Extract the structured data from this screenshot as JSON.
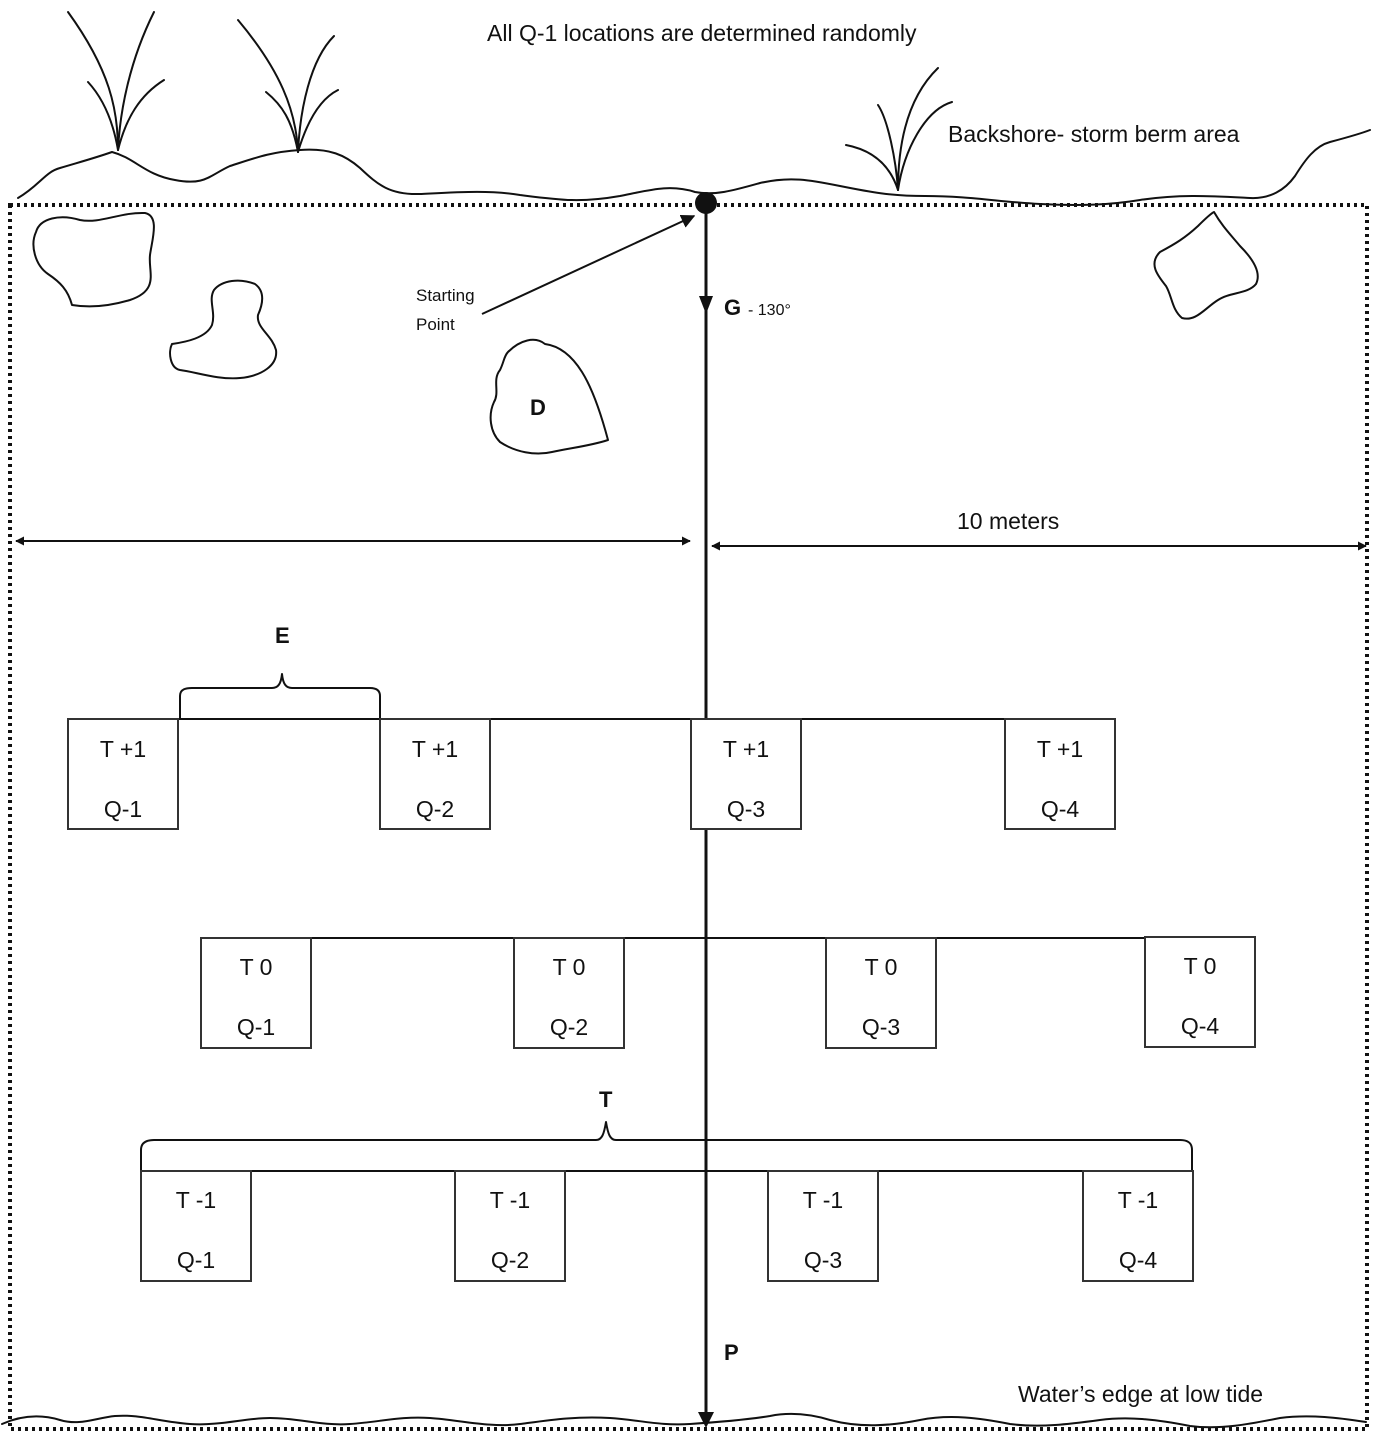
{
  "header_note": "All Q-1 locations are determined randomly",
  "backshore_label": "Backshore- storm berm area",
  "water_edge_label": "Water’s edge at low tide",
  "starting_point_label_line1": "Starting",
  "starting_point_label_line2": "Point",
  "rock_label_d": "D",
  "bearing_letter": "G",
  "bearing_value": "- 130°",
  "distance_label": "10 meters",
  "bracket_e_label": "E",
  "bracket_t_label": "T",
  "transect_end_label": "P",
  "rows": [
    {
      "quadrats": [
        {
          "transect": "T +1",
          "quadrat": "Q-1"
        },
        {
          "transect": "T +1",
          "quadrat": "Q-2"
        },
        {
          "transect": "T +1",
          "quadrat": "Q-3"
        },
        {
          "transect": "T +1",
          "quadrat": "Q-4"
        }
      ]
    },
    {
      "quadrats": [
        {
          "transect": "T 0",
          "quadrat": "Q-1"
        },
        {
          "transect": "T 0",
          "quadrat": "Q-2"
        },
        {
          "transect": "T 0",
          "quadrat": "Q-3"
        },
        {
          "transect": "T 0",
          "quadrat": "Q-4"
        }
      ]
    },
    {
      "quadrats": [
        {
          "transect": "T -1",
          "quadrat": "Q-1"
        },
        {
          "transect": "T -1",
          "quadrat": "Q-2"
        },
        {
          "transect": "T -1",
          "quadrat": "Q-3"
        },
        {
          "transect": "T -1",
          "quadrat": "Q-4"
        }
      ]
    }
  ]
}
